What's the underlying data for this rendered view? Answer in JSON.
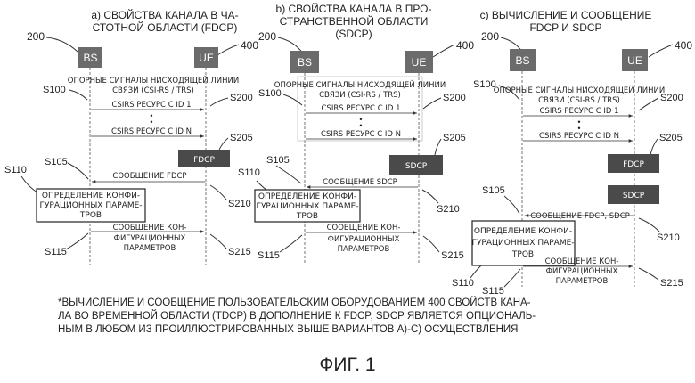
{
  "panels": [
    {
      "title": [
        "a) СВОЙСТВА КАНАЛА В ЧА-",
        "СТОТНОЙ ОБЛАСТИ (FDCP)"
      ],
      "bs_label": "BS",
      "ue_label": "UE",
      "bs_ref": "200",
      "ue_ref": "400",
      "ref_signals": [
        "ОПОРНЫЕ СИГНАЛЫ НИСХОДЯЩЕЙ ЛИНИИ",
        "СВЯЗИ (CSI-RS / TRS)"
      ],
      "resource_first": "CSIRS РЕСУРС C ID 1",
      "resource_last": "CSIRS РЕСУРС C ID N",
      "steps": {
        "s100": "S100",
        "s200": "S200",
        "s205": "S205",
        "s105": "S105",
        "s110": "S110",
        "s210": "S210",
        "s115": "S115",
        "s215": "S215"
      },
      "property_box": "FDCP",
      "report_msg": "СООБЩЕНИЕ FDCP",
      "config_box": [
        "ОПРЕДЕЛЕНИЕ КОНФИ-",
        "ГУРАЦИОННЫХ ПАРАМЕ-",
        "ТРОВ"
      ],
      "config_msg": [
        "СООБЩЕНИЕ КОН-",
        "ФИГУРАЦИОННЫХ",
        "ПАРАМЕТРОВ"
      ]
    },
    {
      "title": [
        "b) СВОЙСТВА КАНАЛА В ПРО-",
        "СТРАНСТВЕННОЙ ОБЛАСТИ",
        "(SDCP)"
      ],
      "bs_label": "BS",
      "ue_label": "UE",
      "bs_ref": "200",
      "ue_ref": "400",
      "ref_signals": [
        "ОПОРНЫЕ СИГНАЛЫ НИСХОДЯЩЕЙ ЛИНИИ",
        "СВЯЗИ (CSI-RS / TRS)"
      ],
      "resource_first": "CSIRS РЕСУРС C ID 1",
      "resource_last": "CSIRS РЕСУРС C ID N",
      "steps": {
        "s100": "S100",
        "s200": "S200",
        "s205": "S205",
        "s105": "S105",
        "s110": "S110",
        "s210": "S210",
        "s115": "S115",
        "s215": "S215"
      },
      "property_box": "SDCP",
      "report_msg": "СООБЩЕНИЕ SDCP",
      "config_box": [
        "ОПРЕДЕЛЕНИЕ КОНФИ-",
        "ГУРАЦИОННЫХ ПАРАМЕ-",
        "ТРОВ"
      ],
      "config_msg": [
        "СООБЩЕНИЕ КОН-",
        "ФИГУРАЦИОННЫХ",
        "ПАРАМЕТРОВ"
      ]
    },
    {
      "title": [
        "c) ВЫЧИСЛЕНИЕ И СООБЩЕНИЕ",
        "FDCP И SDCP"
      ],
      "bs_label": "BS",
      "ue_label": "UE",
      "bs_ref": "200",
      "ue_ref": "400",
      "ref_signals": [
        "ОПОРНЫЕ СИГНАЛЫ НИСХОДЯЩЕЙ ЛИНИИ",
        "СВЯЗИ (CSI-RS / TRS)"
      ],
      "resource_first": "CSIRS РЕСУРС C ID 1",
      "resource_last": "CSIRS РЕСУРС C ID N",
      "steps": {
        "s100": "S100",
        "s200": "S200",
        "s205": "S205",
        "s105": "S105",
        "s110": "S110",
        "s210": "S210",
        "s115": "S115",
        "s215": "S215"
      },
      "property_box": "FDCP",
      "property_box_2": "SDCP",
      "report_msg": "СООБЩЕНИЕ FDCP, SDCP",
      "config_box": [
        "ОПРЕДЕЛЕНИЕ КОНФИ-",
        "ГУРАЦИОННЫХ ПАРАМЕ-",
        "ТРОВ"
      ],
      "config_msg": [
        "СООБЩЕНИЕ КОН-",
        "ФИГУРАЦИОННЫХ",
        "ПАРАМЕТРОВ"
      ]
    }
  ],
  "footnote": [
    "*ВЫЧИСЛЕНИЕ И СООБЩЕНИЕ ПОЛЬЗОВАТЕЛЬСКИМ ОБОРУДОВАНИЕМ 400 СВОЙСТВ КАНА-",
    "ЛА ВО ВРЕМЕННОЙ ОБЛАСТИ (TDCP) В ДОПОЛНЕНИЕ К FDCP, SDCP ЯВЛЯЕТСЯ ОПЦИОНАЛЬ-",
    "НЫМ В ЛЮБОМ ИЗ ПРОИЛЛЮСТРИРОВАННЫХ ВЫШЕ ВАРИАНТОВ А)-C) ОСУЩЕСТВЛЕНИЯ"
  ],
  "figure_label": "ФИГ. 1",
  "colors": {
    "node_box": "#6b6b6b",
    "prop_box": "#4a4a4a",
    "line": "#333333"
  }
}
